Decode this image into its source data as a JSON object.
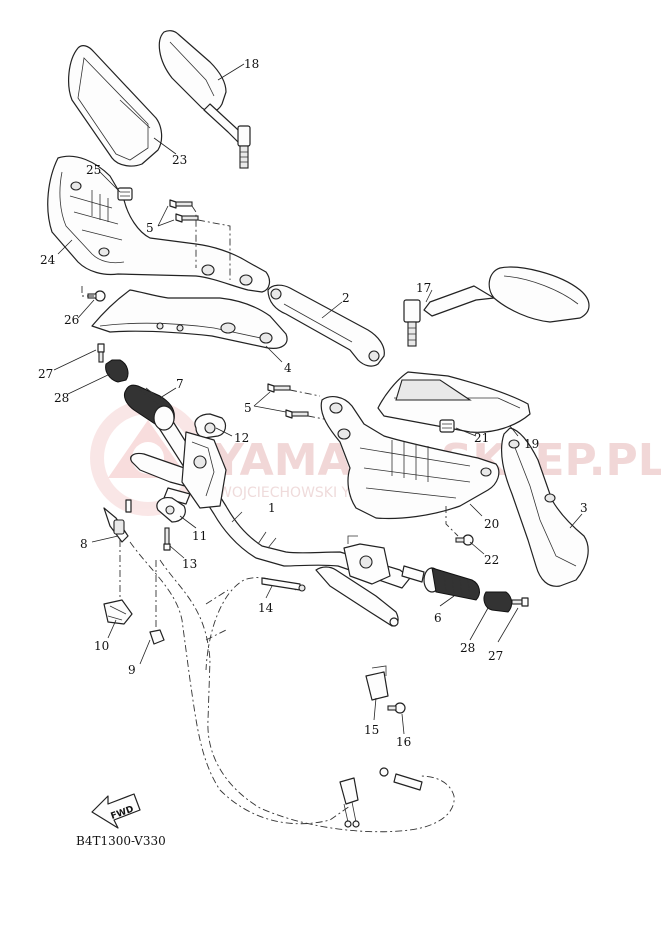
{
  "diagram": {
    "reference_code": "B4T1300-V330",
    "fwd_label": "FWD",
    "watermark": {
      "brand": "YAMAHA-SKLEP.PL",
      "sub": "WOJCIECHOWSKI YAMAHA"
    },
    "callouts": [
      "1",
      "2",
      "3",
      "4",
      "5",
      "5",
      "6",
      "7",
      "8",
      "9",
      "10",
      "11",
      "12",
      "13",
      "14",
      "15",
      "16",
      "17",
      "18",
      "19",
      "20",
      "21",
      "22",
      "23",
      "24",
      "25",
      "26",
      "27",
      "27",
      "28",
      "28"
    ]
  }
}
